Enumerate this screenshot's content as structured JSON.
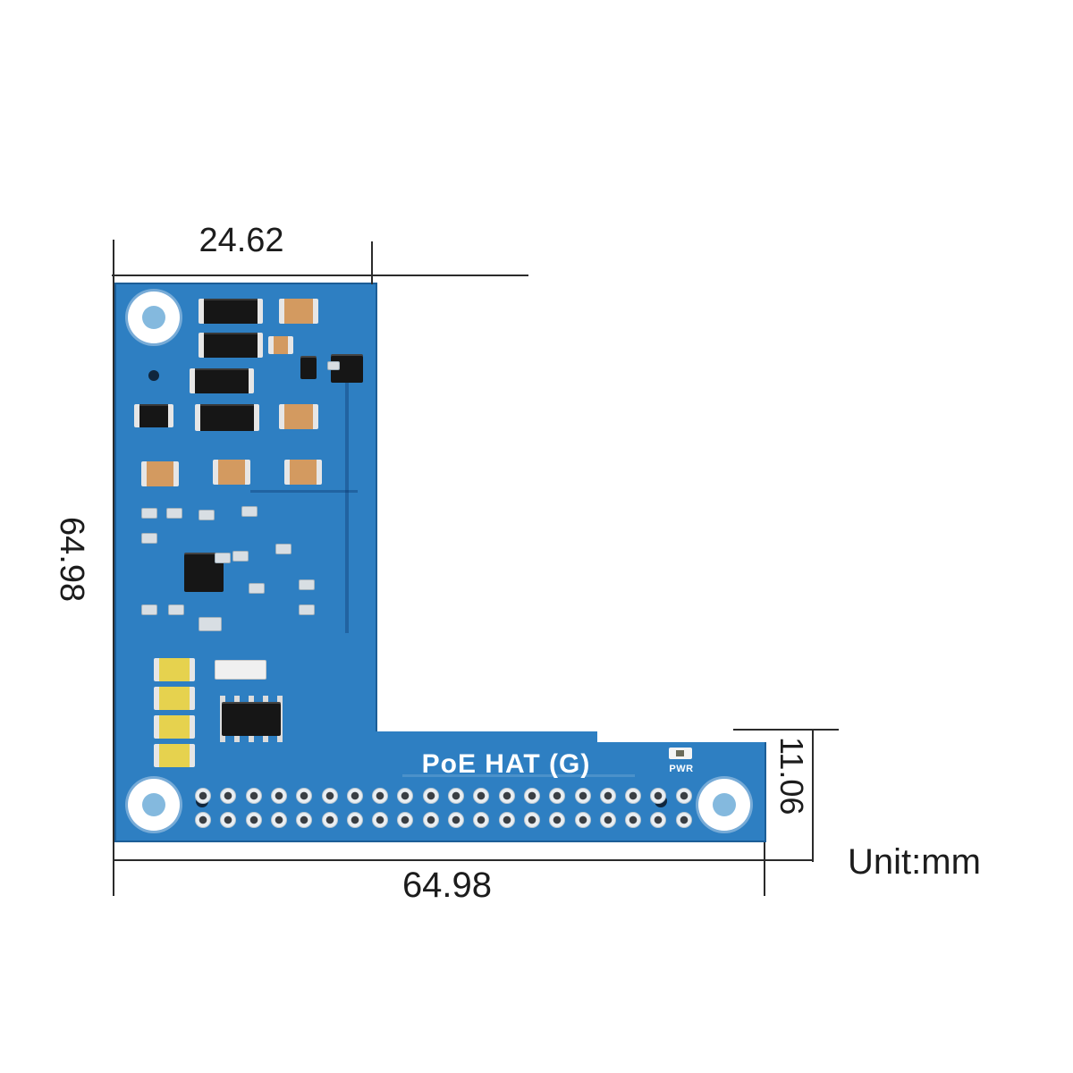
{
  "colors": {
    "board": "#2e7fc2",
    "board-edge": "#1c5e97",
    "line": "#2b2b2b",
    "text": "#1c1c1c",
    "comp-black": "#161616",
    "comp-orange": "#d39a60",
    "comp-yellow": "#e6d24e",
    "pad": "#e6e6e6",
    "hole-inner": "#84b9de"
  },
  "dimensions": {
    "top_width": "24.62",
    "left_height": "64.98",
    "bottom_width": "64.98",
    "right_height": "11.06",
    "unit": "Unit:mm"
  },
  "board": {
    "title": "PoE HAT (G)",
    "pwr_label": "PWR"
  },
  "pin_header": {
    "rows": 2,
    "cols": 20
  }
}
